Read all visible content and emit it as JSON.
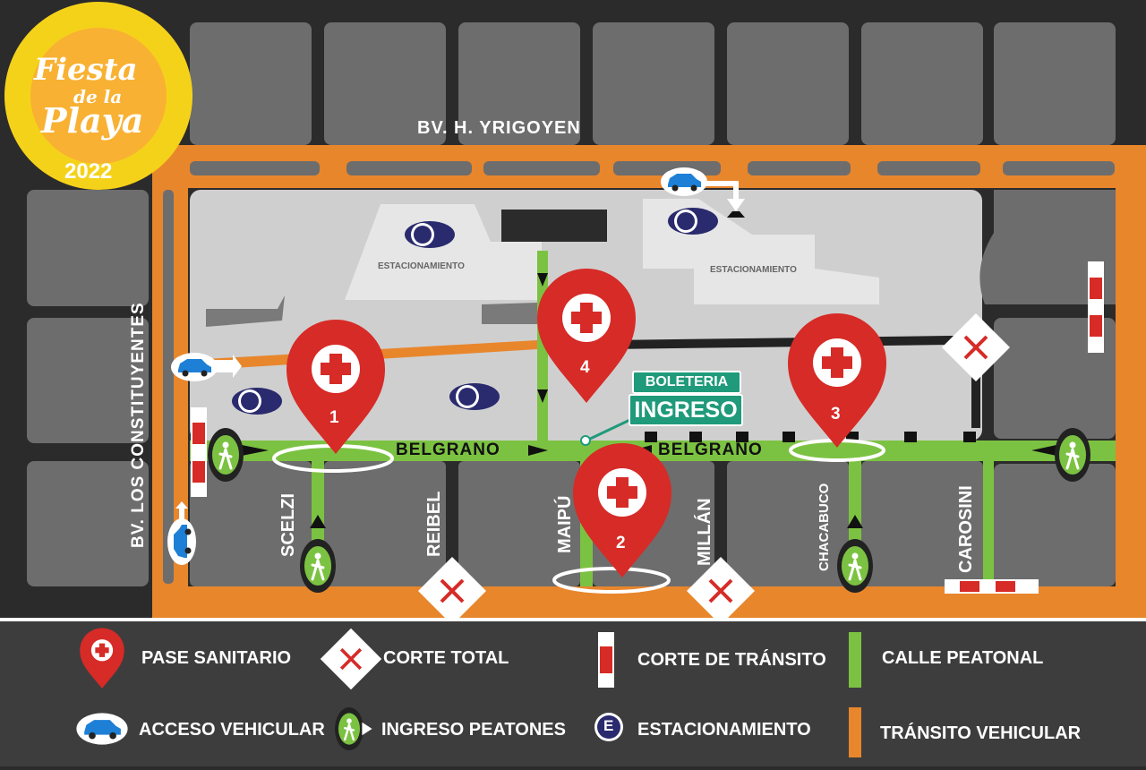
{
  "logo": {
    "line1": "Fiesta",
    "line2": "de la",
    "line3": "Playa",
    "year": "2022"
  },
  "streets": {
    "yrigoyen": "BV. H. YRIGOYEN",
    "constituyentes": "BV. LOS CONSTITUYENTES",
    "belgrano_west": "BELGRANO",
    "belgrano_east": "BELGRANO",
    "scelzi": "SCELZI",
    "reibel": "REIBEL",
    "maipu": "MAIPÚ",
    "millan": "MILLÁN",
    "chacabuco": "CHACABUCO",
    "carosini": "CAROSINI"
  },
  "parking_labels": [
    "ESTACIONAMIENTO",
    "ESTACIONAMIENTO"
  ],
  "parking_letter": "E",
  "boleteria": "BOLETERIA",
  "ingreso": "INGRESO",
  "pins": [
    {
      "number": "1"
    },
    {
      "number": "2"
    },
    {
      "number": "3"
    },
    {
      "number": "4"
    }
  ],
  "legend": {
    "pase_sanitario": "PASE SANITARIO",
    "corte_total": "CORTE TOTAL",
    "corte_transito": "CORTE DE TRÁNSITO",
    "calle_peatonal": "CALLE PEATONAL",
    "acceso_vehicular": "ACCESO VEHICULAR",
    "ingreso_peatones": "INGRESO PEATONES",
    "estacionamiento": "ESTACIONAMIENTO",
    "transito_vehicular": "TRÁNSITO VEHICULAR"
  },
  "icons": {
    "pin": "medical-cross-pin-icon",
    "cross": "closed-road-x-icon",
    "barrier": "traffic-barrier-icon",
    "car": "car-icon",
    "pedestrian": "pedestrian-icon",
    "parking": "parking-e-icon"
  },
  "colors": {
    "background": "#2b2b2b",
    "block": "#6d6d6d",
    "vehicular": "#e8862c",
    "pedestrian": "#7cc242",
    "pin_red": "#d62b27",
    "parking_blue": "#2a2a6e",
    "ticket_green": "#1f9a7a",
    "legend_bg": "#3d3d3d",
    "logo_yellow": "#f5d21a"
  }
}
